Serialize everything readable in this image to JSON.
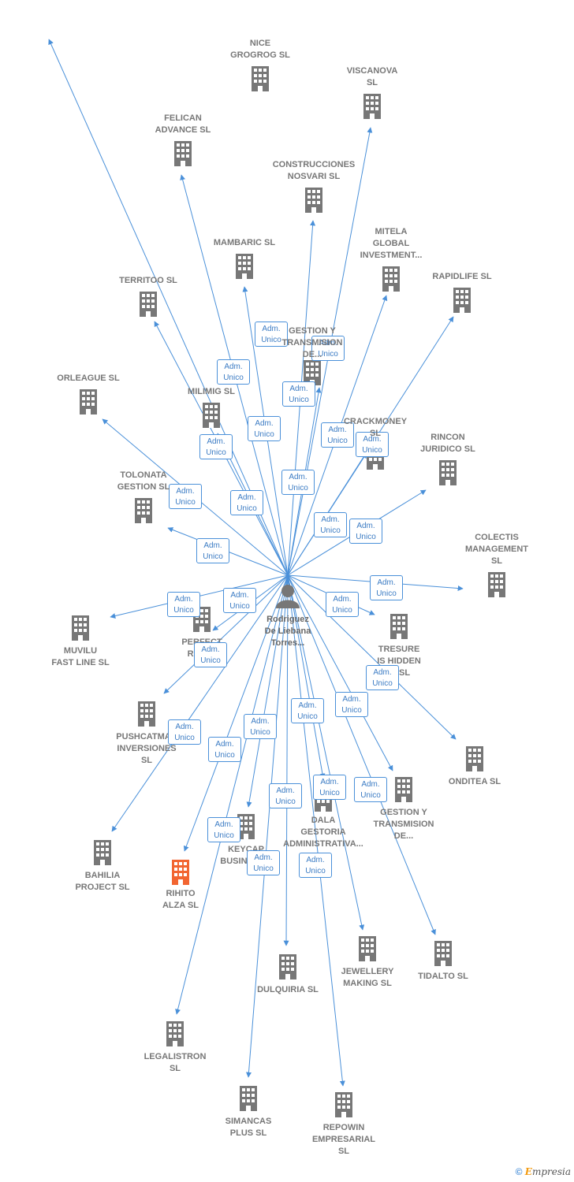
{
  "center": {
    "name": "Rodriguez\nDe Liebana\nTorres..."
  },
  "edge_label": "Adm.\nUnico",
  "colors": {
    "edge": "#4a90d9",
    "node": "#777777",
    "highlight": "#f26531"
  },
  "nodes": [
    {
      "id": "nice",
      "label": "NICE\nGROGROG  SL"
    },
    {
      "id": "viscanova",
      "label": "VISCANOVA\nSL"
    },
    {
      "id": "felican",
      "label": "FELICAN\nADVANCE  SL"
    },
    {
      "id": "construcciones",
      "label": "CONSTRUCCIONES\nNOSVARI SL"
    },
    {
      "id": "mambaric",
      "label": "MAMBARIC  SL"
    },
    {
      "id": "mitela",
      "label": "MITELA\nGLOBAL\nINVESTMENT..."
    },
    {
      "id": "rapidlife",
      "label": "RAPIDLIFE  SL"
    },
    {
      "id": "territoo",
      "label": "TERRITOO  SL"
    },
    {
      "id": "gestion1",
      "label": "GESTION Y\nTRANSMISION\nDE..."
    },
    {
      "id": "orleague",
      "label": "ORLEAGUE  SL"
    },
    {
      "id": "milimig",
      "label": "MILIMIG  SL"
    },
    {
      "id": "crackmoney",
      "label": "CRACKMONEY\nSL"
    },
    {
      "id": "rincon",
      "label": "RINCON\nJURIDICO SL"
    },
    {
      "id": "tolonata",
      "label": "TOLONATA\nGESTION  SL"
    },
    {
      "id": "colectis",
      "label": "COLECTIS\nMANAGEMENT\nSL"
    },
    {
      "id": "muvilu",
      "label": "MUVILU\nFAST LINE  SL"
    },
    {
      "id": "perfect",
      "label": "PERFECT\nRING..."
    },
    {
      "id": "tresure",
      "label": "TRESURE\nIS HIDDEN\nIN  SL"
    },
    {
      "id": "pushcatman",
      "label": "PUSHCATMAN\nINVERSIONES\nSL"
    },
    {
      "id": "onditea",
      "label": "ONDITEA  SL"
    },
    {
      "id": "dala",
      "label": "DALA\nGESTORIA\nADMINISTRATIVA..."
    },
    {
      "id": "gestion2",
      "label": "GESTION Y\nTRANSMISION\nDE..."
    },
    {
      "id": "bahilia",
      "label": "BAHILIA\nPROJECT  SL"
    },
    {
      "id": "rihito",
      "label": "RIHITO\nALZA  SL",
      "highlight": true
    },
    {
      "id": "keycap",
      "label": "KEYCAP\nBUSINESS..."
    },
    {
      "id": "jewellery",
      "label": "JEWELLERY\nMAKING  SL"
    },
    {
      "id": "tidalto",
      "label": "TIDALTO  SL"
    },
    {
      "id": "dulquiria",
      "label": "DULQUIRIA  SL"
    },
    {
      "id": "legalistron",
      "label": "LEGALISTRON\nSL"
    },
    {
      "id": "simancas",
      "label": "SIMANCAS\nPLUS  SL"
    },
    {
      "id": "repowin",
      "label": "REPOWIN\nEMPRESARIAL\nSL"
    }
  ],
  "footer": {
    "copyright": "©",
    "brand_initial": "E",
    "brand_rest": "mpresia"
  }
}
